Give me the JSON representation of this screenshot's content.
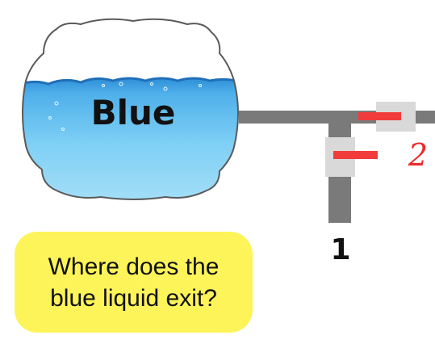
{
  "tank": {
    "label": "Blue",
    "liquid_color": "#5ec3ee"
  },
  "pipe_color": "#7a7a7a",
  "valve": {
    "body_color": "#d9d9d9",
    "handle_color": "#f23b3b"
  },
  "exits": {
    "one": "1",
    "two": "2",
    "two_color": "#ee2a2a"
  },
  "question": {
    "text": "Where does the blue liquid exit?",
    "background": "#fdf45a"
  }
}
